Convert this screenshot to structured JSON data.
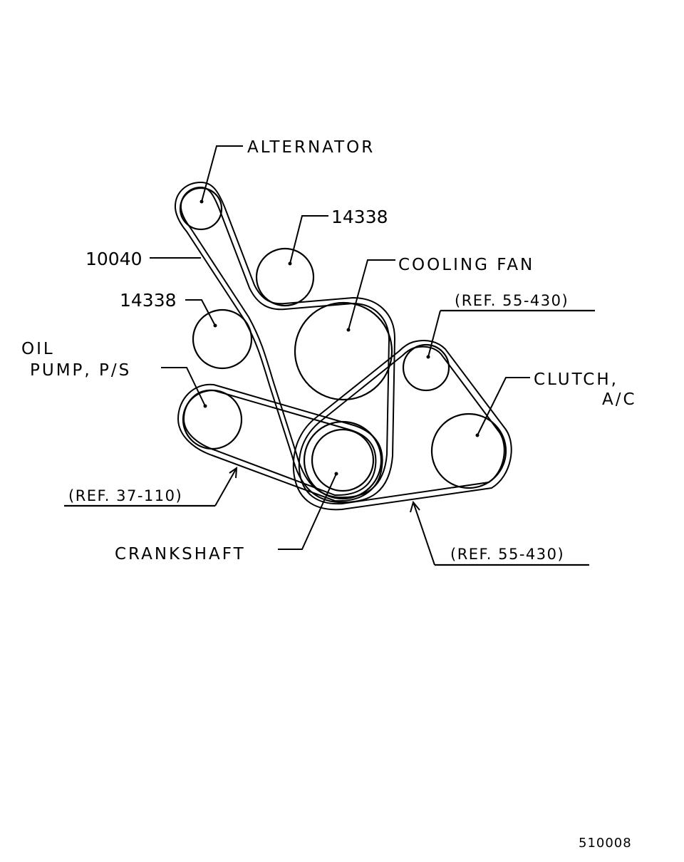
{
  "labels": {
    "alternator": "ALTERNATOR",
    "part_14338_top": "14338",
    "part_10040": "10040",
    "cooling_fan": "COOLING FAN",
    "part_14338_left": "14338",
    "ref_55_430_top": "(REF. 55-430)",
    "oil_line1": "OIL",
    "oil_line2": "PUMP, P/S",
    "clutch_line1": "CLUTCH,",
    "clutch_line2": "A/C",
    "ref_37_110": "(REF. 37-110)",
    "crankshaft": "CRANKSHAFT",
    "ref_55_430_bottom": "(REF. 55-430)"
  },
  "figure_code": "510008"
}
